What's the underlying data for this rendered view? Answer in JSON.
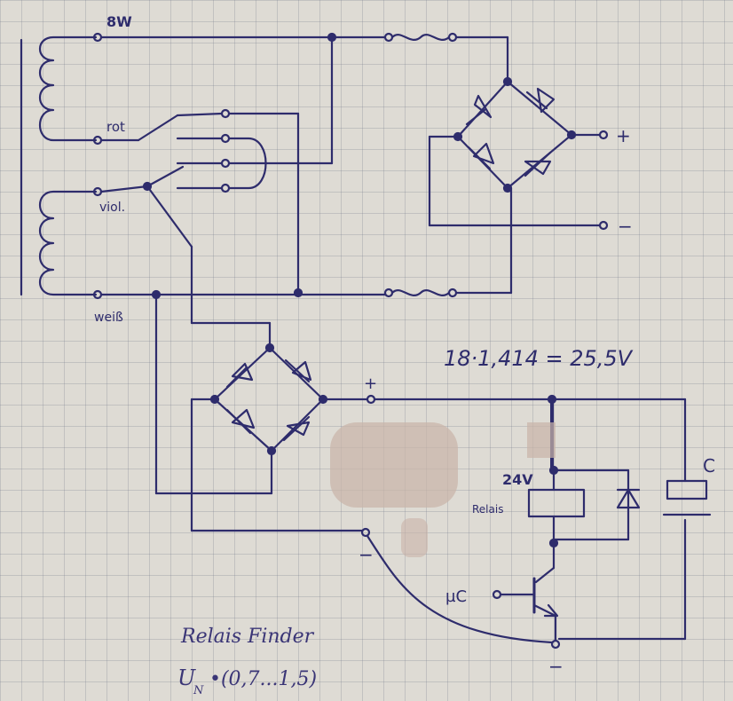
{
  "labels": {
    "tap_8w": "8W",
    "tap_rot": "rot",
    "tap_viol": "viol.",
    "tap_weiss": "weiß",
    "out_plus": "+",
    "out_minus": "−",
    "bridge2_plus": "+",
    "bridge2_minus": "−",
    "gnd_minus": "−",
    "voltage_calc": "18·1,414 = 25,5V",
    "relay_voltage": "24V",
    "relay_name": "Relais",
    "uc_label": "µC",
    "cap_label": "C",
    "note_line1": "Relais Finder",
    "note_line2": "U",
    "note_sub": "N",
    "note_line2_rest": "•(0,7...1,5)"
  },
  "colors": {
    "ink": "#2e2c6c",
    "pencil": "#3a3576",
    "blot": "#c9b3a8"
  }
}
